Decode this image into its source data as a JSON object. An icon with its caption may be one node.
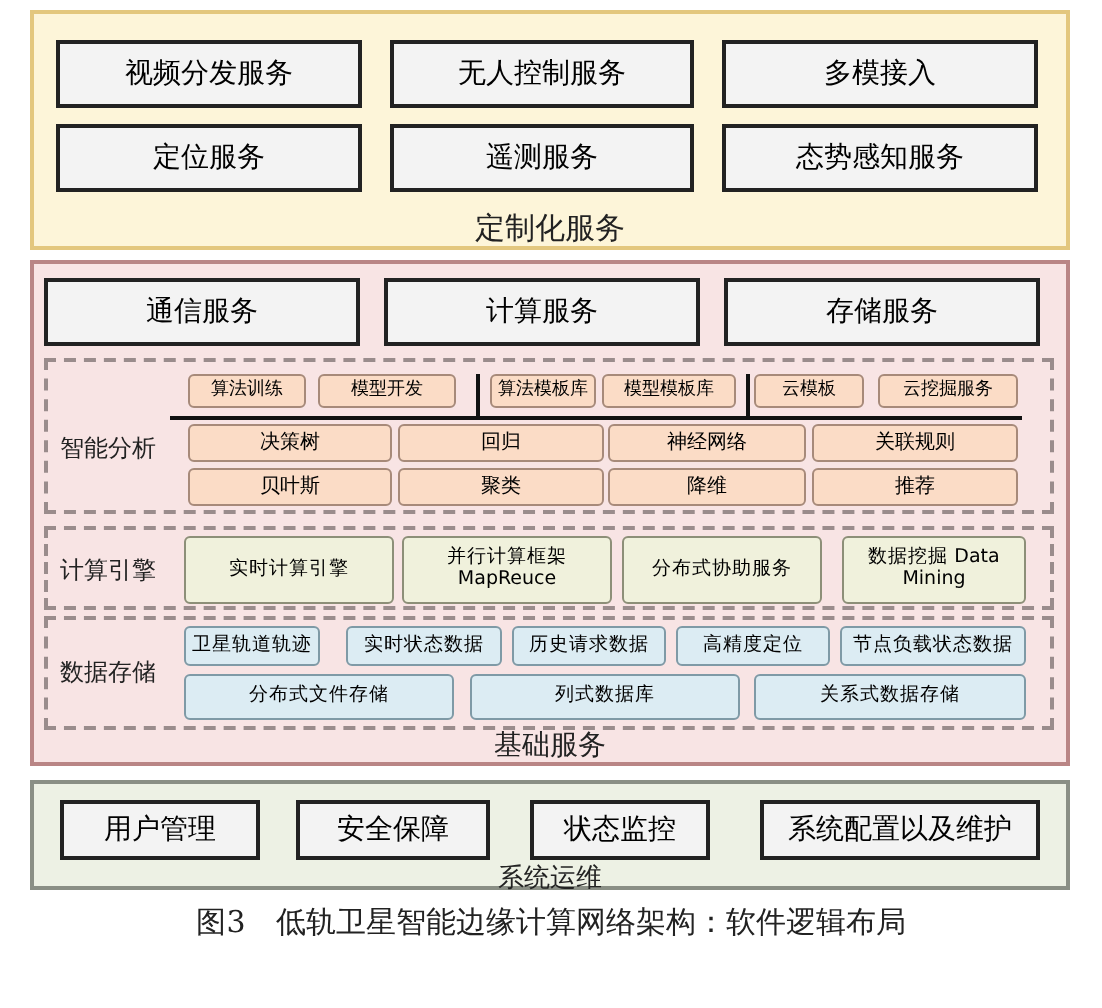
{
  "diagram": {
    "caption": "图3　低轨卫星智能边缘计算网络架构：软件逻辑布局",
    "nodes": [
      {
        "text": [
          "定制化服务"
        ]
      },
      {
        "text": [
          "视频分发服务"
        ],
        "in": 0
      },
      {
        "text": [
          "无人控制服务"
        ],
        "in": 0
      },
      {
        "text": [
          "多模接入"
        ],
        "in": 0
      },
      {
        "text": [
          "定位服务"
        ],
        "in": 0
      },
      {
        "text": [
          "遥测服务"
        ],
        "in": 0
      },
      {
        "text": [
          "态势感知服务"
        ],
        "in": 0
      },
      {
        "text": [
          "基础服务"
        ]
      },
      {
        "text": [
          "通信服务"
        ],
        "in": 7
      },
      {
        "text": [
          "计算服务"
        ],
        "in": 7
      },
      {
        "text": [
          "存储服务"
        ],
        "in": 7
      },
      {
        "text": [
          "智能分析"
        ],
        "in": 7
      },
      {
        "text": [
          "算法训练"
        ],
        "in": 11
      },
      {
        "text": [
          "模型开发"
        ],
        "in": 11
      },
      {
        "text": [
          "算法模板库"
        ],
        "in": 11
      },
      {
        "text": [
          "模型模板库"
        ],
        "in": 11
      },
      {
        "text": [
          "云模板"
        ],
        "in": 11
      },
      {
        "text": [
          "云挖掘服务"
        ],
        "in": 11
      },
      {
        "text": [
          "决策树"
        ],
        "in": 11
      },
      {
        "text": [
          "回归"
        ],
        "in": 11
      },
      {
        "text": [
          "神经网络"
        ],
        "in": 11
      },
      {
        "text": [
          "关联规则"
        ],
        "in": 11
      },
      {
        "text": [
          "贝叶斯"
        ],
        "in": 11
      },
      {
        "text": [
          "聚类"
        ],
        "in": 11
      },
      {
        "text": [
          "降维"
        ],
        "in": 11
      },
      {
        "text": [
          "推荐"
        ],
        "in": 11
      },
      {
        "text": [
          "计算引擎"
        ],
        "in": 7
      },
      {
        "text": [
          "实时计算引擎"
        ],
        "in": 26
      },
      {
        "text": [
          "并行计算框架 MapReuce"
        ],
        "in": 26
      },
      {
        "text": [
          "分布式协助服务"
        ],
        "in": 26
      },
      {
        "text": [
          "数据挖掘 Data Mining"
        ],
        "in": 26
      },
      {
        "text": [
          "数据存储"
        ],
        "in": 7
      },
      {
        "text": [
          "卫星轨道轨迹"
        ],
        "in": 31
      },
      {
        "text": [
          "实时状态数据"
        ],
        "in": 31
      },
      {
        "text": [
          "历史请求数据"
        ],
        "in": 31
      },
      {
        "text": [
          "高精度定位"
        ],
        "in": 31
      },
      {
        "text": [
          "节点负载状态数据"
        ],
        "in": 31
      },
      {
        "text": [
          "分布式文件存储"
        ],
        "in": 31
      },
      {
        "text": [
          "列式数据库"
        ],
        "in": 31
      },
      {
        "text": [
          "关系式数据存储"
        ],
        "in": 31
      },
      {
        "text": [
          "系统运维"
        ]
      },
      {
        "text": [
          "用户管理"
        ],
        "in": 40
      },
      {
        "text": [
          "安全保障"
        ],
        "in": 40
      },
      {
        "text": [
          "状态监控"
        ],
        "in": 40
      },
      {
        "text": [
          "系统配置以及维护"
        ],
        "in": 40
      }
    ],
    "edges": []
  }
}
